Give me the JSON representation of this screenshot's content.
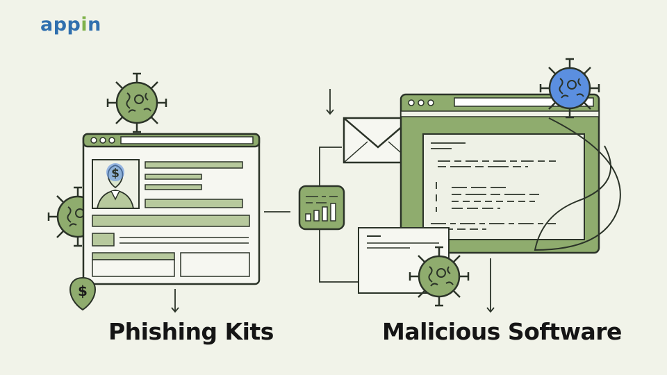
{
  "brand": {
    "name": "appin",
    "primary_color": "#2f6fae",
    "accent_color": "#7fb24a"
  },
  "labels": {
    "phishing_kits": "Phishing Kits",
    "malicious_software": "Malicious Software"
  },
  "icons": {
    "currency_symbol": "$"
  },
  "colors": {
    "background": "#f1f3e9",
    "green": "#8fac6e",
    "green_light": "#c9d9b3",
    "outline": "#2b3328",
    "virus_blue": "#5b8fe0"
  }
}
